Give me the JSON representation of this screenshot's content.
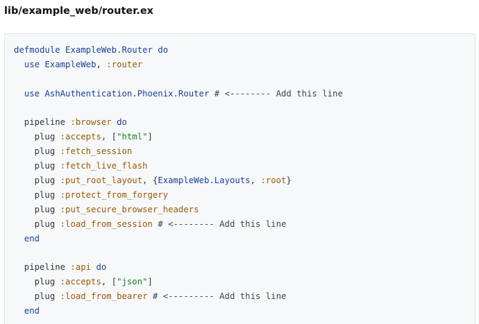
{
  "file_path": "lib/example_web/router.ex",
  "code_lines": [
    [
      {
        "t": "kw",
        "v": "defmodule"
      },
      {
        "t": "plain",
        "v": " "
      },
      {
        "t": "mod",
        "v": "ExampleWeb.Router"
      },
      {
        "t": "plain",
        "v": " "
      },
      {
        "t": "kw",
        "v": "do"
      }
    ],
    [
      {
        "t": "plain",
        "v": "  "
      },
      {
        "t": "kw",
        "v": "use"
      },
      {
        "t": "plain",
        "v": " "
      },
      {
        "t": "mod",
        "v": "ExampleWeb"
      },
      {
        "t": "plain",
        "v": ", "
      },
      {
        "t": "atom",
        "v": ":router"
      }
    ],
    [],
    [
      {
        "t": "plain",
        "v": "  "
      },
      {
        "t": "kw",
        "v": "use"
      },
      {
        "t": "plain",
        "v": " "
      },
      {
        "t": "mod",
        "v": "AshAuthentication.Phoenix.Router"
      },
      {
        "t": "plain",
        "v": " "
      },
      {
        "t": "cm",
        "v": "# <-------- Add this line"
      }
    ],
    [],
    [
      {
        "t": "plain",
        "v": "  pipeline "
      },
      {
        "t": "atom",
        "v": ":browser"
      },
      {
        "t": "plain",
        "v": " "
      },
      {
        "t": "kw",
        "v": "do"
      }
    ],
    [
      {
        "t": "plain",
        "v": "    plug "
      },
      {
        "t": "atom",
        "v": ":accepts"
      },
      {
        "t": "plain",
        "v": ", ["
      },
      {
        "t": "str",
        "v": "\"html\""
      },
      {
        "t": "plain",
        "v": "]"
      }
    ],
    [
      {
        "t": "plain",
        "v": "    plug "
      },
      {
        "t": "atom",
        "v": ":fetch_session"
      }
    ],
    [
      {
        "t": "plain",
        "v": "    plug "
      },
      {
        "t": "atom",
        "v": ":fetch_live_flash"
      }
    ],
    [
      {
        "t": "plain",
        "v": "    plug "
      },
      {
        "t": "atom",
        "v": ":put_root_layout"
      },
      {
        "t": "plain",
        "v": ", {"
      },
      {
        "t": "mod",
        "v": "ExampleWeb.Layouts"
      },
      {
        "t": "plain",
        "v": ", "
      },
      {
        "t": "atom",
        "v": ":root"
      },
      {
        "t": "plain",
        "v": "}"
      }
    ],
    [
      {
        "t": "plain",
        "v": "    plug "
      },
      {
        "t": "atom",
        "v": ":protect_from_forgery"
      }
    ],
    [
      {
        "t": "plain",
        "v": "    plug "
      },
      {
        "t": "atom",
        "v": ":put_secure_browser_headers"
      }
    ],
    [
      {
        "t": "plain",
        "v": "    plug "
      },
      {
        "t": "atom",
        "v": ":load_from_session"
      },
      {
        "t": "plain",
        "v": " "
      },
      {
        "t": "cm",
        "v": "# <-------- Add this line"
      }
    ],
    [
      {
        "t": "plain",
        "v": "  "
      },
      {
        "t": "kw",
        "v": "end"
      }
    ],
    [],
    [
      {
        "t": "plain",
        "v": "  pipeline "
      },
      {
        "t": "atom",
        "v": ":api"
      },
      {
        "t": "plain",
        "v": " "
      },
      {
        "t": "kw",
        "v": "do"
      }
    ],
    [
      {
        "t": "plain",
        "v": "    plug "
      },
      {
        "t": "atom",
        "v": ":accepts"
      },
      {
        "t": "plain",
        "v": ", ["
      },
      {
        "t": "str",
        "v": "\"json\""
      },
      {
        "t": "plain",
        "v": "]"
      }
    ],
    [
      {
        "t": "plain",
        "v": "    plug "
      },
      {
        "t": "atom",
        "v": ":load_from_bearer"
      },
      {
        "t": "plain",
        "v": " "
      },
      {
        "t": "cm",
        "v": "# <--------- Add this line"
      }
    ],
    [
      {
        "t": "plain",
        "v": "  "
      },
      {
        "t": "kw",
        "v": "end"
      }
    ]
  ]
}
